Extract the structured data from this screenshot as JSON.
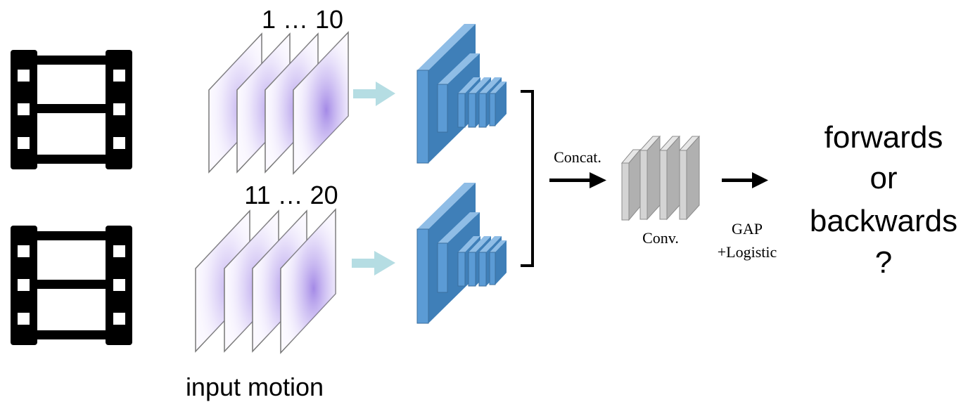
{
  "top_frames_label": "1 … 10",
  "bottom_frames_label": "11 … 20",
  "input_label": "input motion",
  "concat_label": "Concat.",
  "conv_label": "Conv.",
  "head_label_line1": "GAP",
  "head_label_line2": "+Logistic",
  "output_lines": [
    "forwards",
    "or",
    "backwards",
    "?"
  ],
  "icons": {
    "film_top": "film-strip-icon",
    "film_bottom": "film-strip-icon"
  },
  "colors": {
    "film": "#000000",
    "frame_border": "#666666",
    "frame_tint": "#9b7fe0",
    "cnn_front": "#5b9bd5",
    "cnn_side": "#3f7fb8",
    "cnn_top": "#8fbde6",
    "conv_front": "#d4d4d4",
    "conv_side": "#b0b0b0",
    "conv_border": "#8c8c8c",
    "flow_arrow": "#b5dde3",
    "arrow": "#000000"
  }
}
